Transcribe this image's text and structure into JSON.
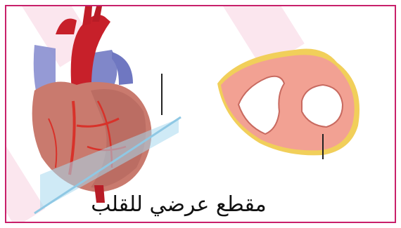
{
  "caption": "مقطع عرضي للقلب",
  "colors": {
    "frame_border": "#c8206a",
    "heart_muscle": "#c97a6e",
    "aorta": "#c7202a",
    "vein_blue": "#7f86c8",
    "cut_plane": "#a8d8ee",
    "section_fill": "#f2a193",
    "fat_layer": "#f1cf5a",
    "label_line": "#222222"
  },
  "icons": [
    "heart-illustration",
    "cross-section-illustration"
  ]
}
